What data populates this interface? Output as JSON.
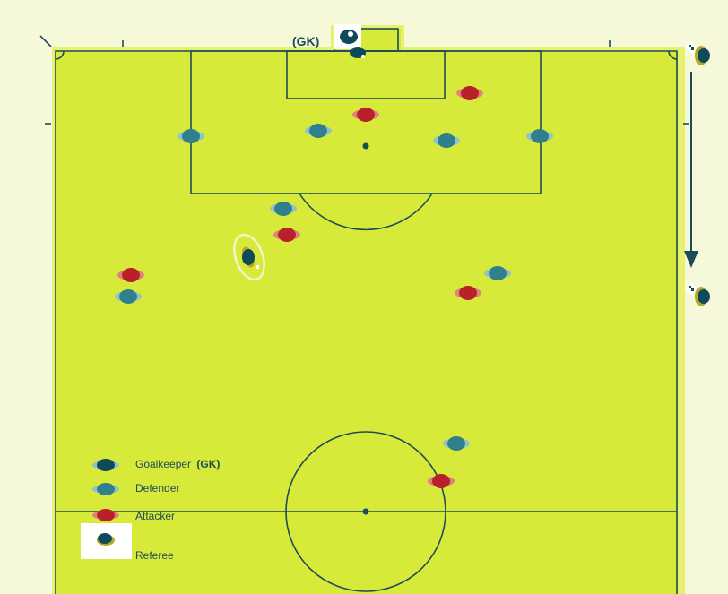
{
  "gk_label": "(GK)",
  "legend": {
    "goalkeeper": "Goalkeeper",
    "goalkeeper_tag": "(GK)",
    "defender": "Defender",
    "attacker": "Attacker",
    "referee": "Referee"
  },
  "colors": {
    "pitch": "#d7ea39",
    "pitch_border": "#e9f47a",
    "outside": "#f6f9d9",
    "lines": "#1f4a5a",
    "goalkeeper": "#0f4a5a",
    "defender": "#2f7f8c",
    "defender_light": "#8fc3cf",
    "attacker": "#b8202a",
    "attacker_light": "#e2807e",
    "referee": "#0f4a5a",
    "referee_accent": "#b5a826",
    "highlight_ring": "#f4f4c8"
  }
}
